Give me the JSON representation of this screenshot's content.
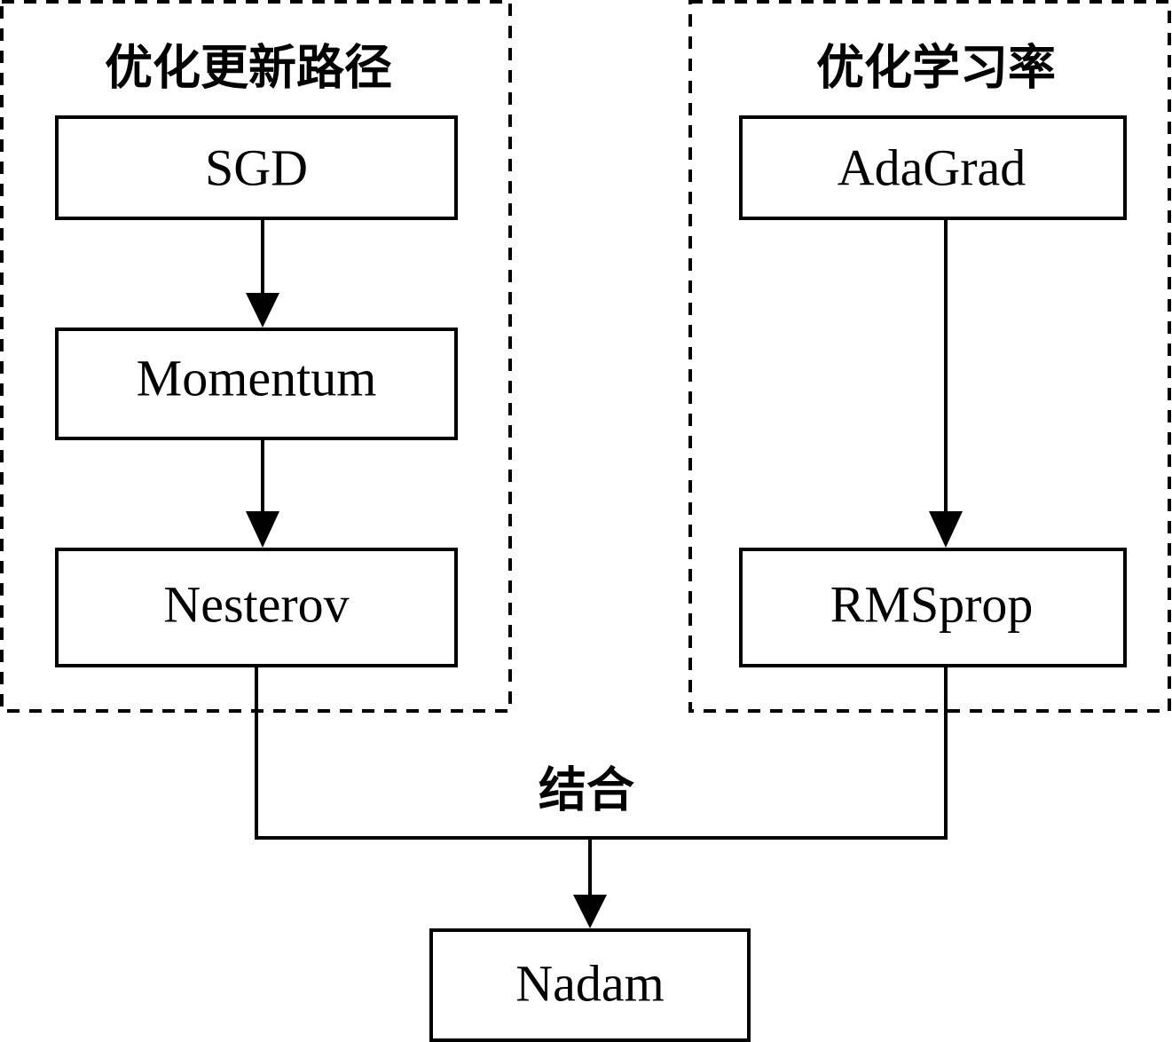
{
  "groups": {
    "path": {
      "title": "优化更新路径"
    },
    "lr": {
      "title": "优化学习率"
    }
  },
  "nodes": {
    "sgd": "SGD",
    "momentum": "Momentum",
    "nesterov": "Nesterov",
    "adagrad": "AdaGrad",
    "rmsprop": "RMSprop",
    "nadam": "Nadam"
  },
  "combine_label": "结合"
}
